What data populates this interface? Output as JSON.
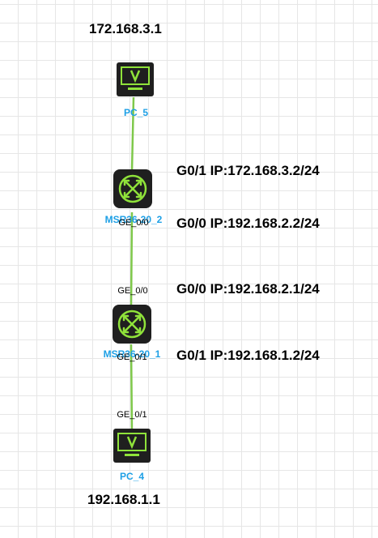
{
  "pc_top": {
    "name": "PC_5",
    "ip": "172.168.3.1"
  },
  "router_top": {
    "name": "MSR36-20_2",
    "g01_ip": "G0/1 IP:172.168.3.2/24",
    "g00_ip": "G0/0 IP:192.168.2.2/24",
    "port_bottom": "GE_0/0"
  },
  "router_bottom": {
    "name": "MSR36-20_1",
    "port_top": "GE_0/0",
    "port_bottom": "GE_0/1",
    "g00_ip": "G0/0 IP:192.168.2.1/24",
    "g01_ip": "G0/1 IP:192.168.1.2/24"
  },
  "pc_bottom": {
    "name": "PC_4",
    "port_top": "GE_0/1",
    "ip": "192.168.1.1"
  },
  "colors": {
    "link": "#7ec84a",
    "device_body": "#1f1f1f",
    "device_accent": "#8fe23a",
    "node_label": "#1ea0e6"
  },
  "icons": {
    "pc": "pc-monitor-icon",
    "router": "router-icon"
  }
}
